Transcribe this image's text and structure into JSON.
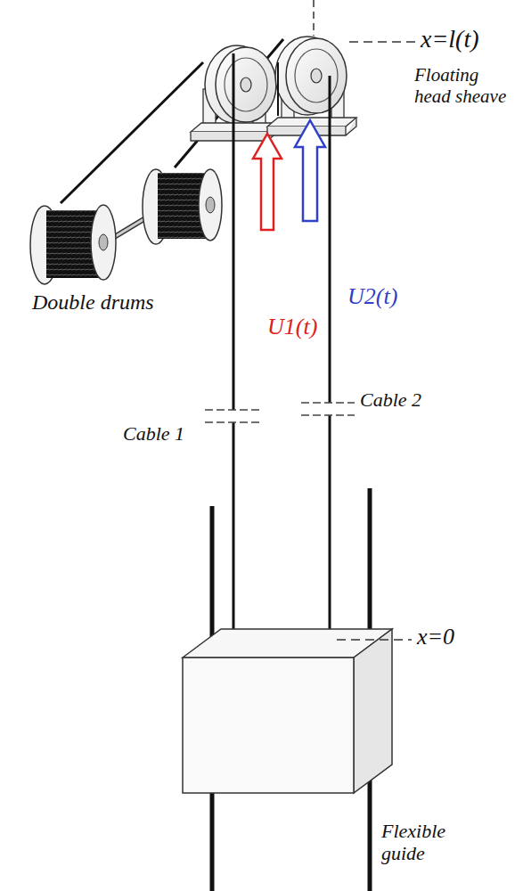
{
  "diagram": {
    "labels": [
      "x=l(t)",
      "Floating head sheave",
      "Double drums",
      "U1(t)",
      "U2(t)",
      "Cable 2",
      "Cable 1",
      "x=0",
      "Flexible guide"
    ]
  }
}
